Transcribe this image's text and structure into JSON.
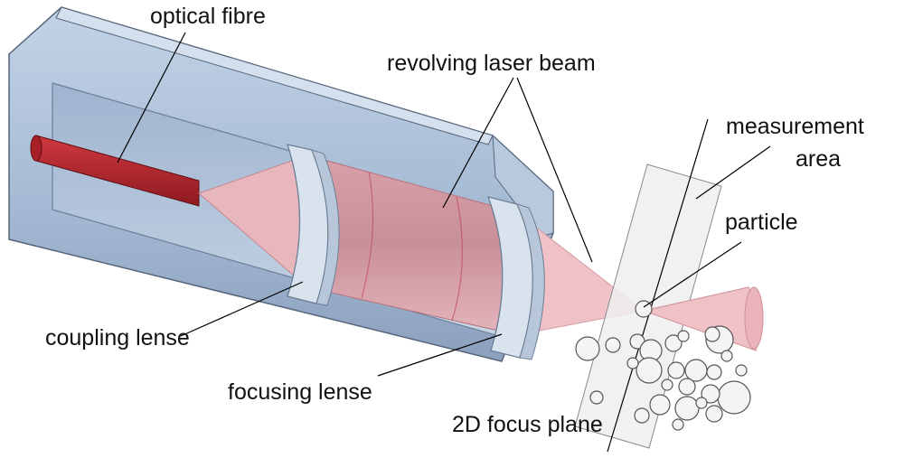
{
  "labels": {
    "optical_fibre": "optical fibre",
    "revolving_laser_beam": "revolving laser beam",
    "measurement_area_line1": "measurement",
    "measurement_area_line2": "area",
    "particle": "particle",
    "coupling_lense": "coupling lense",
    "focusing_lense": "focusing lense",
    "focus_plane": "2D focus plane"
  },
  "colors": {
    "housing": "#a9bed6",
    "housing_dark": "#7f96b3",
    "housing_light": "#c8d7e8",
    "fibre": "#b8242b",
    "beam": "#e9b7bd",
    "beam_dark": "#c8868f",
    "lens": "#d7e2ec",
    "plane": "#eceded",
    "particle": "#f2f2f2",
    "leader": "#000000"
  }
}
